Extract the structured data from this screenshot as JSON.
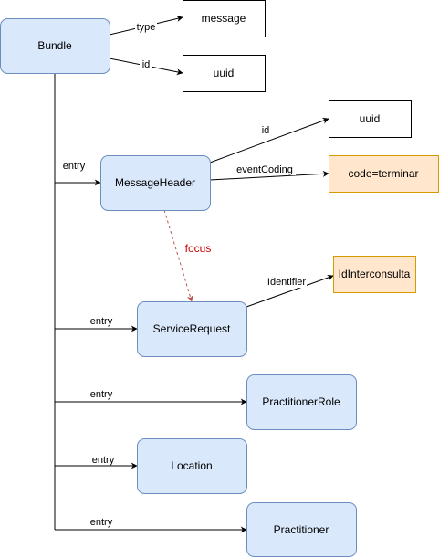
{
  "nodes": {
    "bundle": "Bundle",
    "message": "message",
    "uuid_top": "uuid",
    "uuid_header": "uuid",
    "message_header": "MessageHeader",
    "code_terminar": "code=terminar",
    "service_request": "ServiceRequest",
    "id_interconsulta": "IdInterconsulta",
    "practitioner_role": "PractitionerRole",
    "location": "Location",
    "practitioner": "Practitioner"
  },
  "edges": {
    "type": "type",
    "id_bundle": "id",
    "id_header": "id",
    "event_coding": "eventCoding",
    "entry_header": "entry",
    "focus": "focus",
    "identifier": "Identifier",
    "entry_service": "entry",
    "entry_role": "entry",
    "entry_location": "entry",
    "entry_practitioner": "entry"
  },
  "colors": {
    "node_fill": "#dae8fc",
    "node_stroke": "#6c8ebf",
    "highlight_fill": "#ffe6cc",
    "highlight_stroke": "#d79b00",
    "focus_edge": "#b85450",
    "focus_label": "#cc0000"
  }
}
